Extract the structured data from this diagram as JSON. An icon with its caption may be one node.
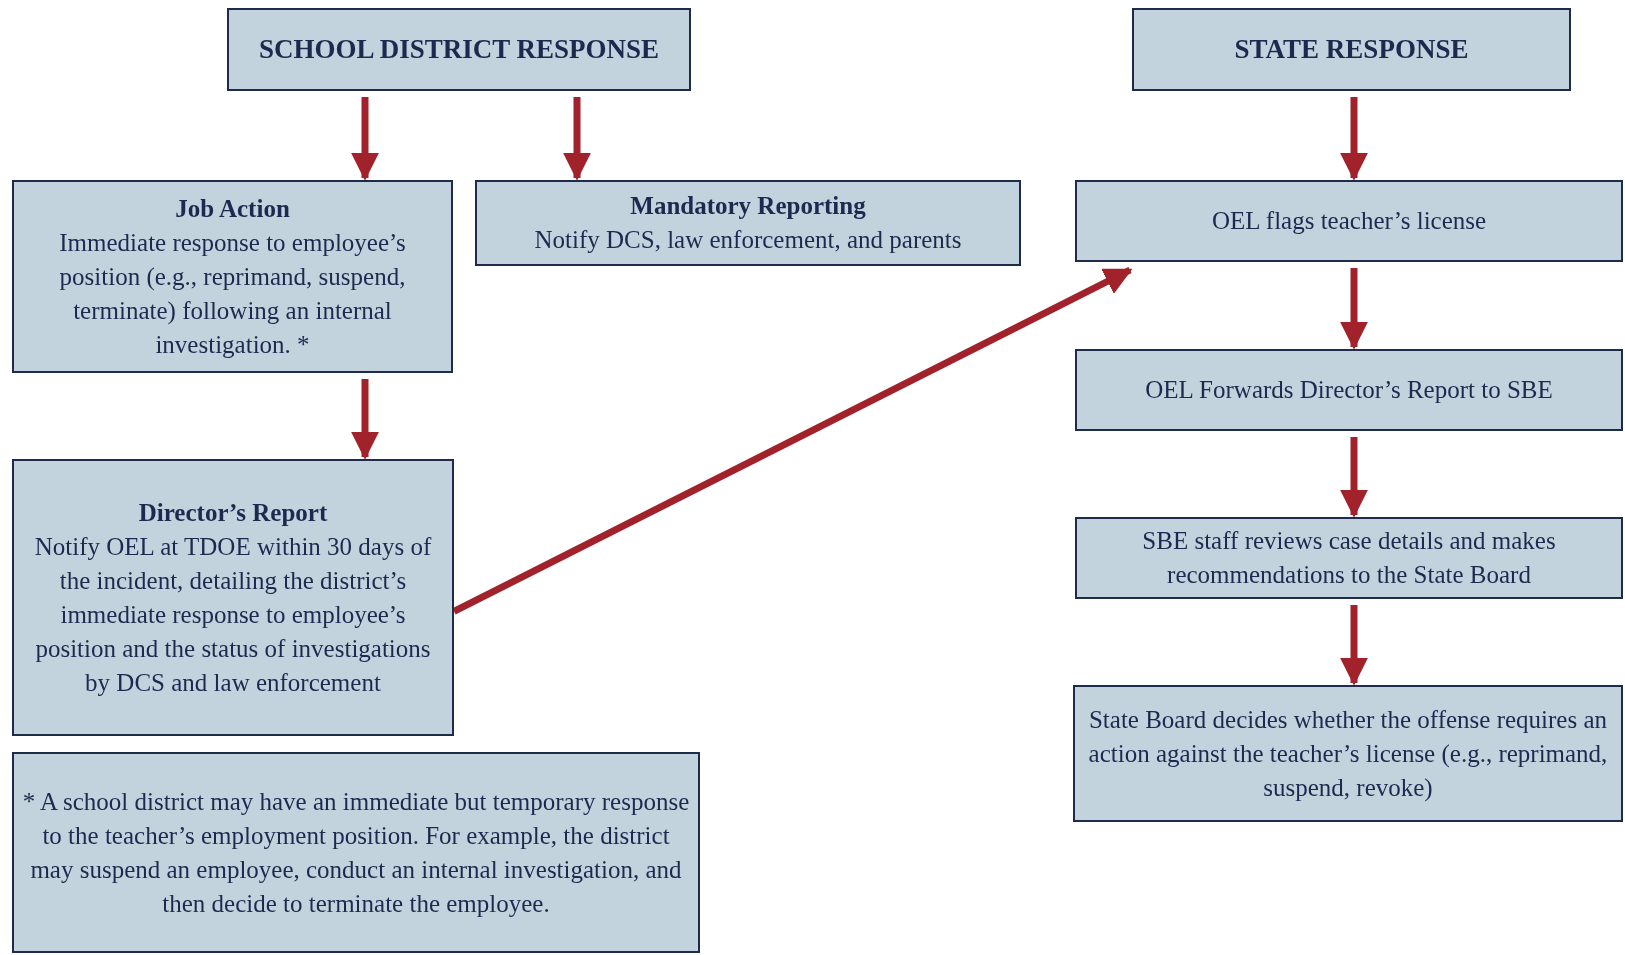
{
  "diagram": {
    "nodes": [
      {
        "text": [
          "SCHOOL DISTRICT RESPONSE"
        ]
      },
      {
        "text": [
          "STATE RESPONSE"
        ]
      },
      {
        "text": [
          "Job Action",
          "Immediate response to employee’s position (e.g., reprimand, suspend, terminate) following an internal investigation. *"
        ]
      },
      {
        "text": [
          "Mandatory Reporting",
          "Notify DCS, law enforcement, and parents"
        ]
      },
      {
        "text": [
          "OEL flags teacher’s license"
        ]
      },
      {
        "text": [
          "OEL Forwards Director’s Report to SBE"
        ]
      },
      {
        "text": [
          "Director’s Report",
          "Notify OEL at TDOE within 30 days of the incident, detailing the district’s immediate response to employee’s position and the status of investigations by DCS and law enforcement"
        ]
      },
      {
        "text": [
          "SBE staff reviews case details and makes recommendations to the State Board"
        ]
      },
      {
        "text": [
          "State Board decides whether the offense requires an action against the teacher’s license (e.g., reprimand, suspend, revoke)"
        ]
      },
      {
        "text": [
          "* A school district may have an immediate but temporary response to the teacher’s employment position. For example, the district may suspend an employee, conduct an internal investigation, and then decide to terminate the employee."
        ]
      }
    ],
    "edges": [
      {
        "from": 0,
        "to": 2,
        "arrow": "to"
      },
      {
        "from": 0,
        "to": 3,
        "arrow": "to"
      },
      {
        "from": 1,
        "to": 4,
        "arrow": "to"
      },
      {
        "from": 2,
        "to": 6,
        "arrow": "to"
      },
      {
        "from": 6,
        "to": 4,
        "arrow": "to"
      },
      {
        "from": 4,
        "to": 5,
        "arrow": "to"
      },
      {
        "from": 5,
        "to": 7,
        "arrow": "to"
      },
      {
        "from": 7,
        "to": 8,
        "arrow": "to"
      }
    ]
  }
}
